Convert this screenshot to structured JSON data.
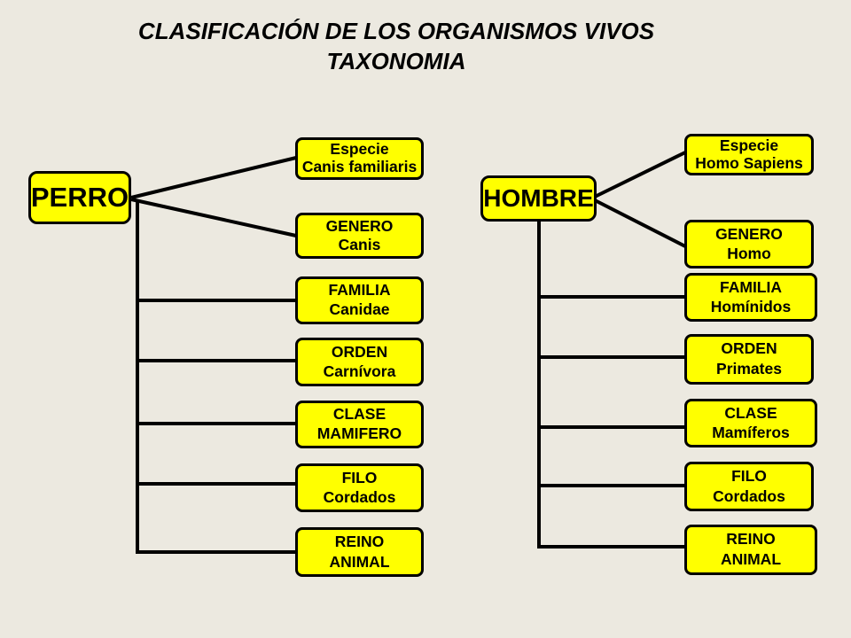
{
  "title": {
    "line1": "CLASIFICACIÓN DE LOS ORGANISMOS VIVOS",
    "line2": "TAXONOMIA"
  },
  "colors": {
    "background": "#ECE9E0",
    "box_fill": "#FFFF00",
    "box_border": "#000000",
    "line": "#000000",
    "text": "#000000"
  },
  "trees": [
    {
      "root": "PERRO",
      "nodes": [
        {
          "rank": "Especie",
          "taxon": "Canis familiaris"
        },
        {
          "rank": "GENERO",
          "taxon": "Canis"
        },
        {
          "rank": "FAMILIA",
          "taxon": "Canidae"
        },
        {
          "rank": "ORDEN",
          "taxon": "Carnívora"
        },
        {
          "rank": "CLASE",
          "taxon": "MAMIFERO"
        },
        {
          "rank": "FILO",
          "taxon": "Cordados"
        },
        {
          "rank": "REINO",
          "taxon": "ANIMAL"
        }
      ]
    },
    {
      "root": "HOMBRE",
      "nodes": [
        {
          "rank": "Especie",
          "taxon": "Homo Sapiens"
        },
        {
          "rank": "GENERO",
          "taxon": "Homo"
        },
        {
          "rank": "FAMILIA",
          "taxon": "Homínidos"
        },
        {
          "rank": "ORDEN",
          "taxon": "Primates"
        },
        {
          "rank": "CLASE",
          "taxon": "Mamíferos"
        },
        {
          "rank": "FILO",
          "taxon": "Cordados"
        },
        {
          "rank": "REINO",
          "taxon": "ANIMAL"
        }
      ]
    }
  ]
}
